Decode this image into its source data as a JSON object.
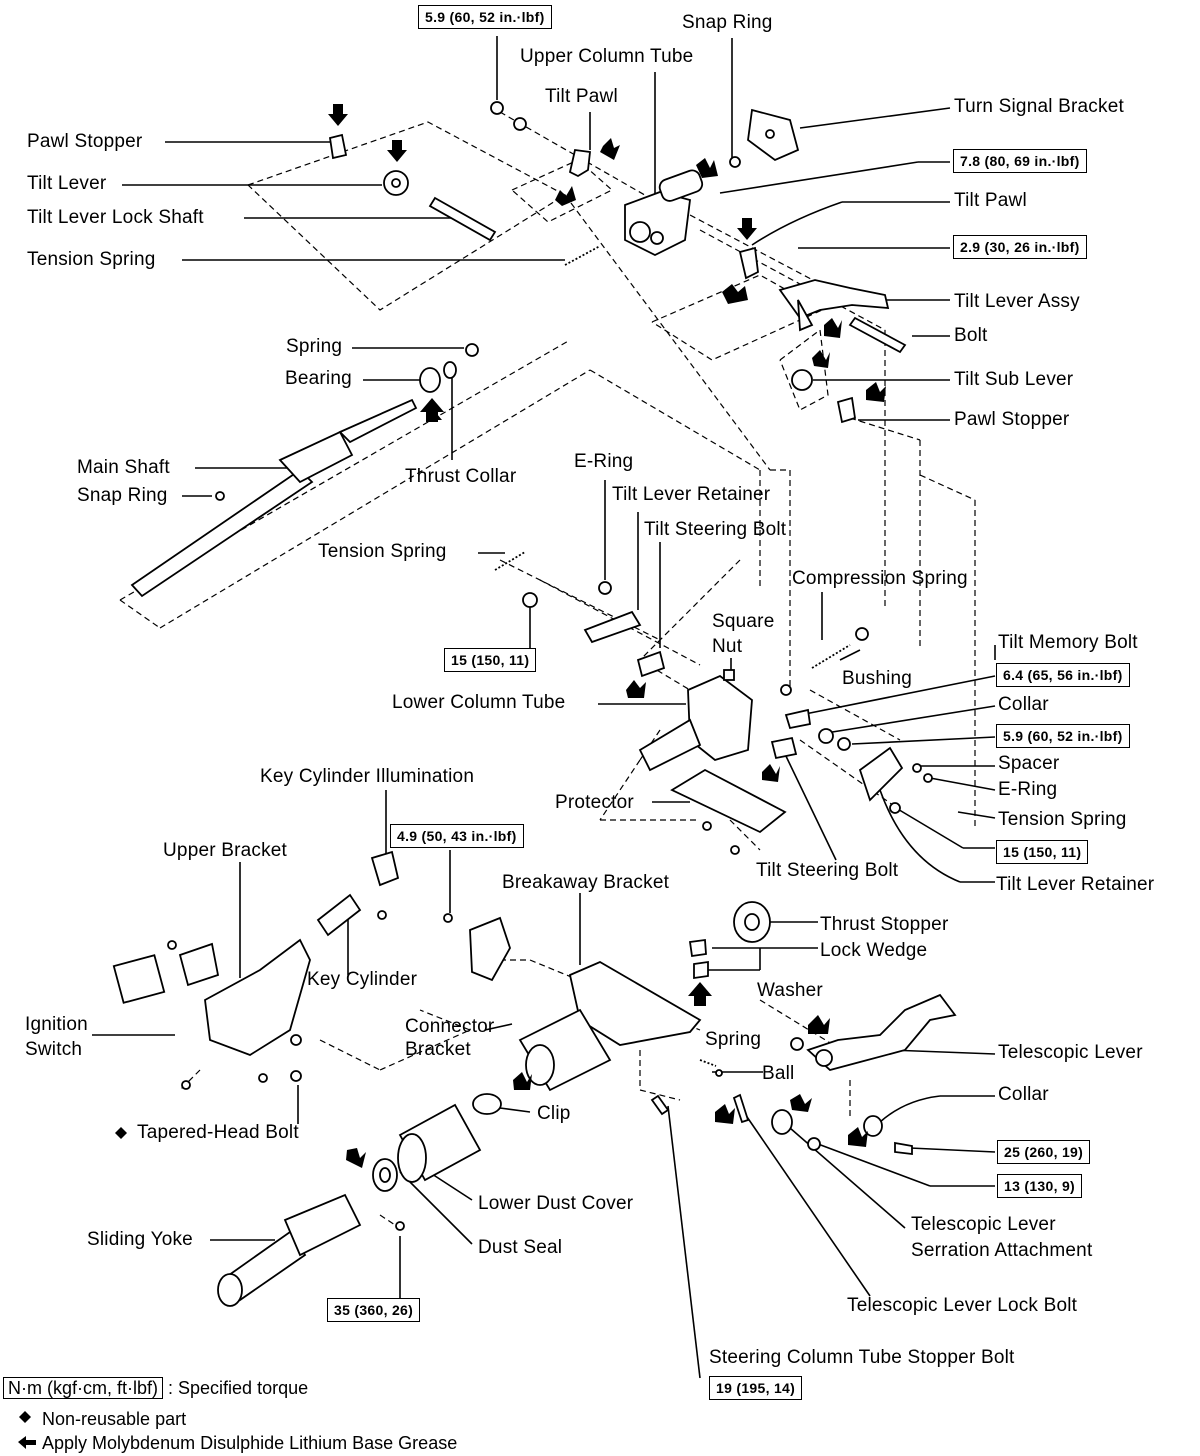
{
  "labels": {
    "snap_ring_top": "Snap Ring",
    "upper_column_tube": "Upper Column Tube",
    "tilt_pawl_top": "Tilt Pawl",
    "turn_signal_bracket": "Turn Signal Bracket",
    "pawl_stopper_left": "Pawl Stopper",
    "tilt_lever": "Tilt Lever",
    "tilt_lever_lock_shaft": "Tilt Lever Lock Shaft",
    "tension_spring_top": "Tension Spring",
    "tilt_pawl_right": "Tilt Pawl",
    "tilt_lever_assy": "Tilt Lever Assy",
    "bolt": "Bolt",
    "tilt_sub_lever": "Tilt Sub Lever",
    "pawl_stopper_right": "Pawl Stopper",
    "spring_top": "Spring",
    "bearing": "Bearing",
    "main_shaft": "Main Shaft",
    "snap_ring_left": "Snap Ring",
    "thrust_collar": "Thrust Collar",
    "e_ring_mid": "E-Ring",
    "tilt_lever_retainer_mid": "Tilt Lever Retainer",
    "tilt_steering_bolt_mid": "Tilt Steering Bolt",
    "tension_spring_mid": "Tension Spring",
    "compression_spring": "Compression Spring",
    "square": "Square",
    "nut": "Nut",
    "tilt_memory_bolt": "Tilt Memory Bolt",
    "bushing": "Bushing",
    "lower_column_tube": "Lower Column Tube",
    "collar_right": "Collar",
    "spacer": "Spacer",
    "e_ring_right": "E-Ring",
    "tension_spring_right": "Tension Spring",
    "protector": "Protector",
    "tilt_steering_bolt_low": "Tilt Steering Bolt",
    "tilt_lever_retainer_right": "Tilt Lever Retainer",
    "key_cylinder_illumination": "Key Cylinder Illumination",
    "upper_bracket": "Upper Bracket",
    "breakaway_bracket": "Breakaway Bracket",
    "thrust_stopper": "Thrust Stopper",
    "lock_wedge": "Lock Wedge",
    "key_cylinder": "Key Cylinder",
    "washer": "Washer",
    "ignition": "Ignition",
    "switch": "Switch",
    "connector": "Connector",
    "bracket": "Bracket",
    "spring_low": "Spring",
    "telescopic_lever": "Telescopic Lever",
    "ball": "Ball",
    "collar_low": "Collar",
    "clip": "Clip",
    "tapered_head_bolt": "Tapered-Head Bolt",
    "lower_dust_cover": "Lower Dust Cover",
    "tel_serration_1": "Telescopic Lever",
    "tel_serration_2": "Serration Attachment",
    "sliding_yoke": "Sliding Yoke",
    "dust_seal": "Dust Seal",
    "telescopic_lever_lock_bolt": "Telescopic Lever Lock Bolt",
    "steering_column_tube_stopper_bolt": "Steering Column Tube Stopper Bolt"
  },
  "torques": {
    "t_top": "5.9 (60, 52 in.·lbf)",
    "t_turn": "7.8 (80, 69 in.·lbf)",
    "t_tilt_pawl": "2.9 (30, 26 in.·lbf)",
    "t_mid15": "15 (150, 11)",
    "t_memory": "6.4 (65, 56 in.·lbf)",
    "t_collar": "5.9 (60, 52 in.·lbf)",
    "t_right15": "15 (150, 11)",
    "t_keyillum": "4.9 (50, 43 in.·lbf)",
    "t_25": "25 (260, 19)",
    "t_13": "13 (130, 9)",
    "t_35": "35 (360, 26)",
    "t_19": "19 (195, 14)"
  },
  "legend": {
    "unit_box": "N·m (kgf·cm, ft·lbf)",
    "unit_text": ": Specified torque",
    "non_reusable": "Non-reusable part",
    "grease": "Apply Molybdenum Disulphide Lithium Base Grease"
  }
}
